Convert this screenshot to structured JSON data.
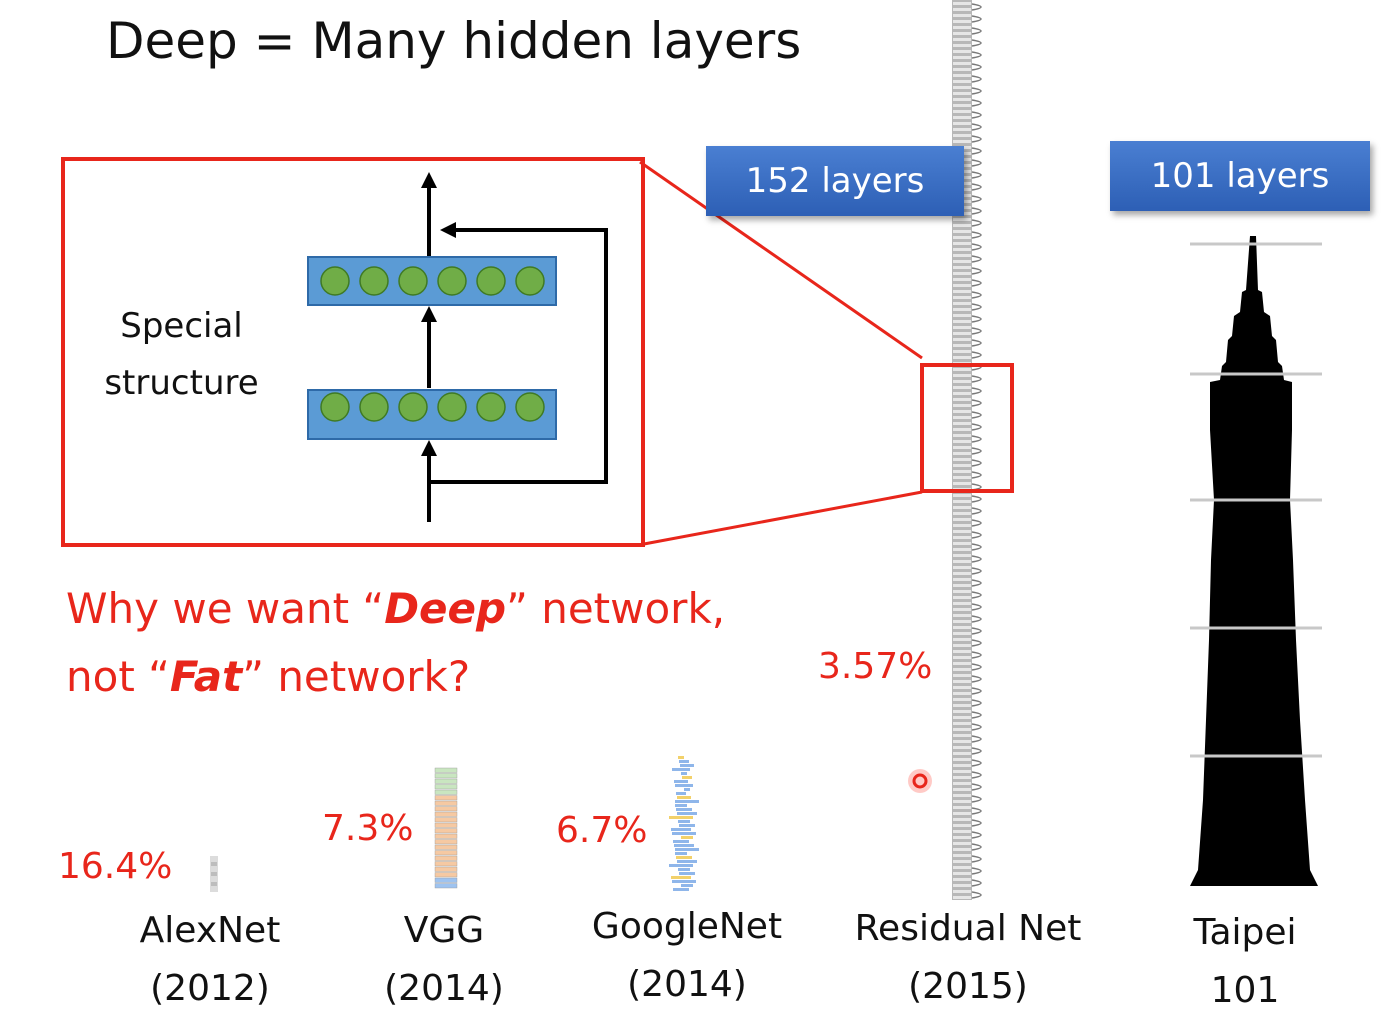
{
  "title": "Deep = Many hidden layers",
  "residual_block": {
    "label_line1": "Special",
    "label_line2": "structure",
    "neurons_per_layer": 6
  },
  "badges": {
    "resnet_layers": "152 layers",
    "taipei_layers": "101 layers"
  },
  "question": {
    "line1_pre": "Why we want “",
    "line1_em": "Deep",
    "line1_post": "” network,",
    "line2_pre": "not “",
    "line2_em": "Fat",
    "line2_post": "” network?"
  },
  "networks": [
    {
      "name": "AlexNet",
      "year": "(2012)",
      "error": "16.4%"
    },
    {
      "name": "VGG",
      "year": "(2014)",
      "error": "7.3%"
    },
    {
      "name": "GoogleNet",
      "year": "(2014)",
      "error": "6.7%"
    },
    {
      "name": "Residual Net",
      "year": "(2015)",
      "error": "3.57%"
    },
    {
      "name": "Taipei",
      "year": "101",
      "error": ""
    }
  ],
  "colors": {
    "accent_red": "#e8261b",
    "badge_blue": "#3a6cc4",
    "layer_blue": "#5b9bd5",
    "neuron_green": "#70ad47"
  }
}
